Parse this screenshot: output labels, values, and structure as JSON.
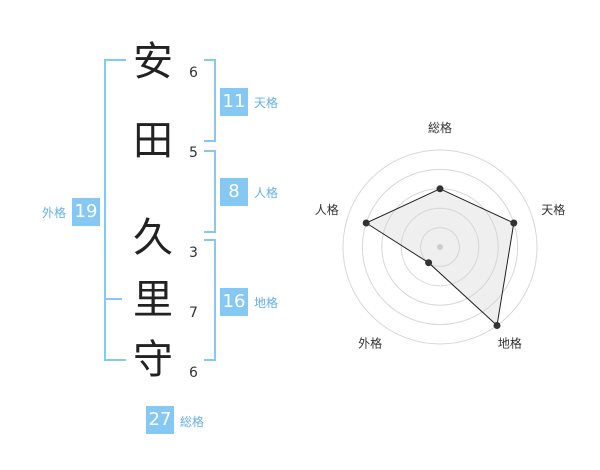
{
  "name": {
    "chars": [
      {
        "char": "安",
        "strokes": "6"
      },
      {
        "char": "田",
        "strokes": "5"
      },
      {
        "char": "久",
        "strokes": "3"
      },
      {
        "char": "里",
        "strokes": "7"
      },
      {
        "char": "守",
        "strokes": "6"
      }
    ]
  },
  "fortunes": {
    "tenkaku": {
      "label": "天格",
      "value": "11"
    },
    "jinkaku": {
      "label": "人格",
      "value": "8"
    },
    "chikaku": {
      "label": "地格",
      "value": "16"
    },
    "gaikaku": {
      "label": "外格",
      "value": "19"
    },
    "soukaku": {
      "label": "総格",
      "value": "27"
    }
  },
  "colors": {
    "accent": "#86c8f4",
    "label": "#63b1ea",
    "radar_fill": "#eeeeee",
    "radar_line": "#222222"
  },
  "chart_data": {
    "type": "radar",
    "axes": [
      "総格",
      "天格",
      "地格",
      "外格",
      "人格"
    ],
    "values": [
      3,
      4,
      5,
      1,
      4
    ],
    "range": [
      0,
      5
    ],
    "rings": 5
  }
}
